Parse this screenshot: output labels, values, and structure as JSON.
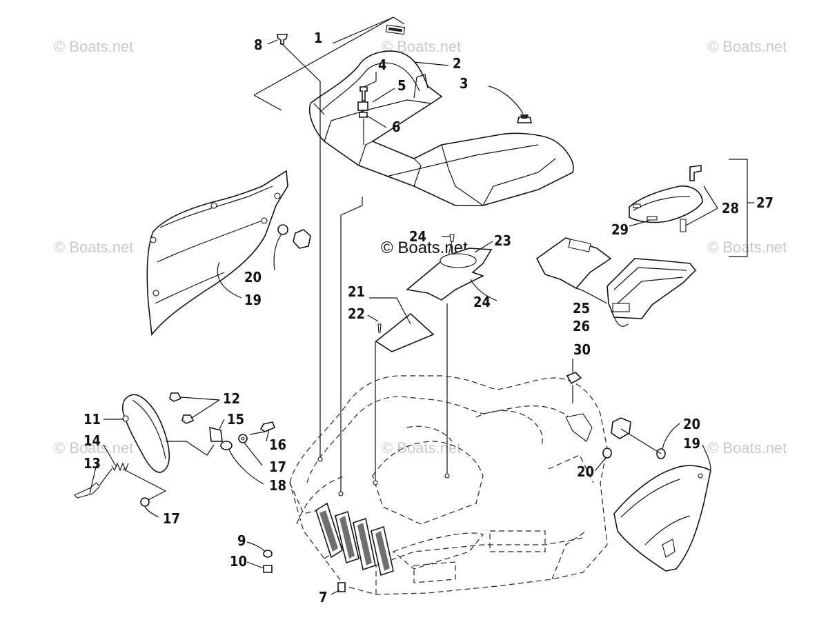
{
  "watermarks": {
    "corner": "© Boats.net",
    "center": "© Boats.net"
  },
  "callouts": {
    "c1": "1",
    "c2": "2",
    "c3": "3",
    "c4": "4",
    "c5": "5",
    "c6": "6",
    "c7": "7",
    "c8": "8",
    "c9": "9",
    "c10": "10",
    "c11": "11",
    "c12": "12",
    "c13": "13",
    "c14": "14",
    "c15": "15",
    "c16": "16",
    "c17a": "17",
    "c17b": "17",
    "c18": "18",
    "c19a": "19",
    "c19b": "19",
    "c20a": "20",
    "c20b": "20",
    "c20c": "20",
    "c21": "21",
    "c22": "22",
    "c23": "23",
    "c24a": "24",
    "c24b": "24",
    "c25": "25",
    "c26": "26",
    "c27": "27",
    "c28": "28",
    "c29": "29",
    "c30": "30"
  },
  "colors": {
    "line": "#111111",
    "watermark": "#c9c9c9",
    "background": "#ffffff"
  }
}
